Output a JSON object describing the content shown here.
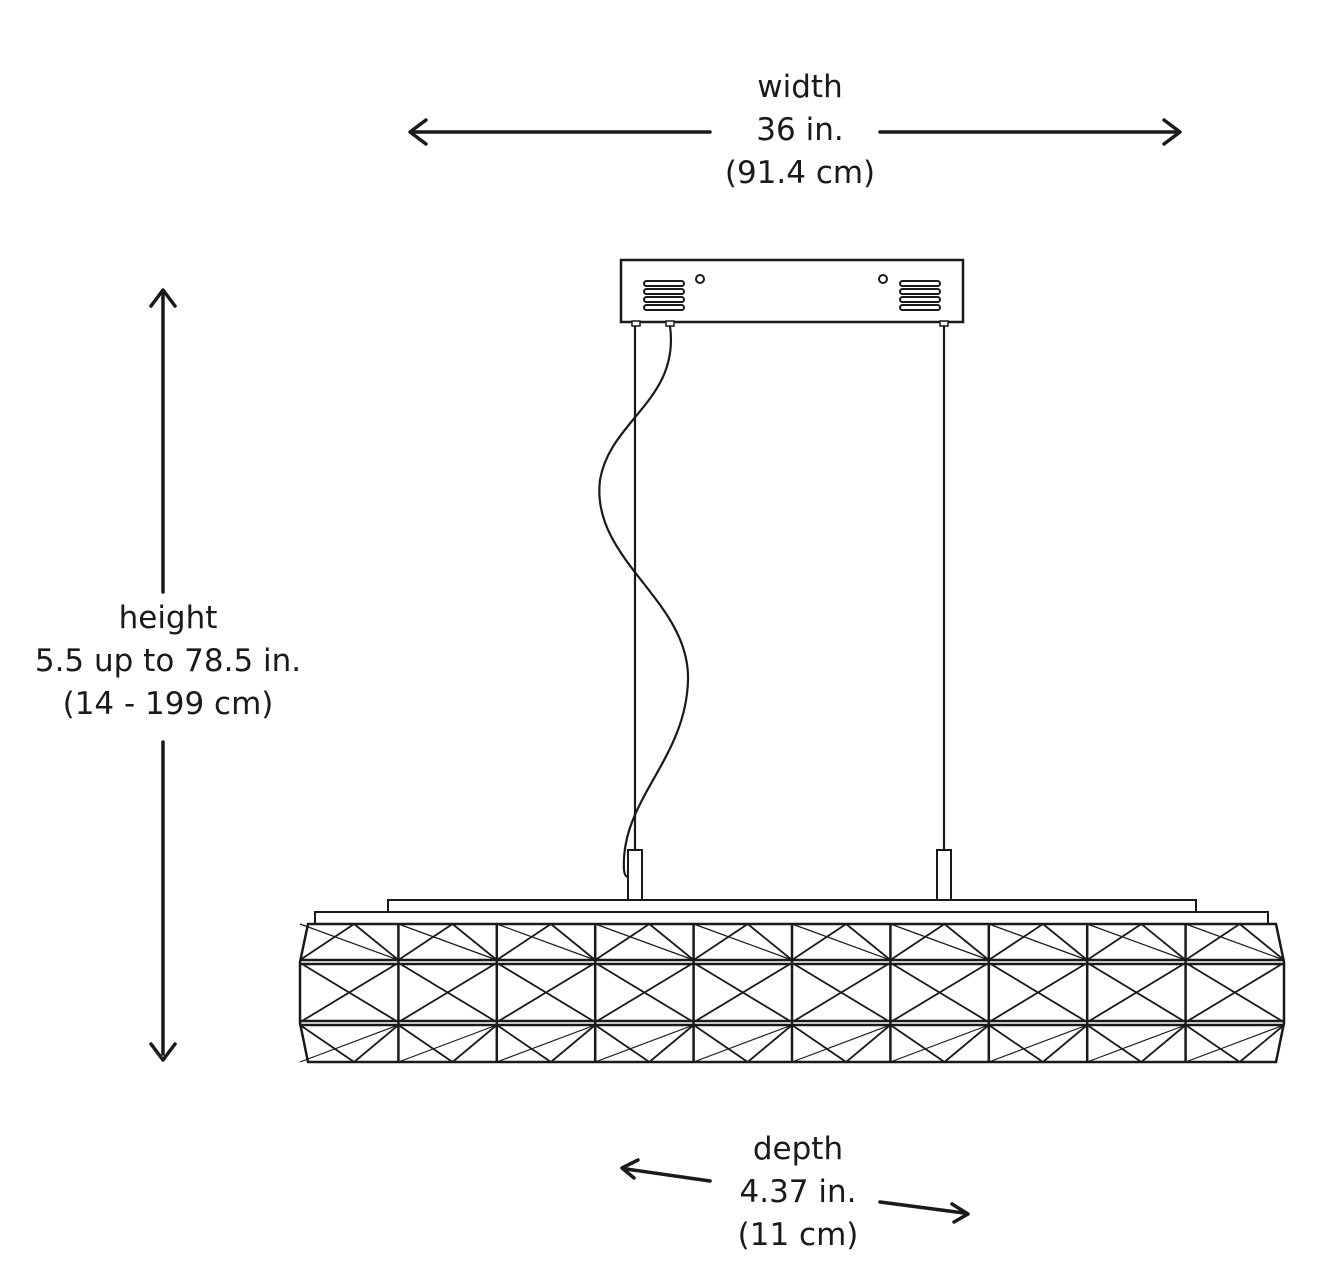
{
  "dimensions": {
    "width": {
      "name": "width",
      "imperial": "36 in.",
      "metric": "(91.4 cm)"
    },
    "height": {
      "name": "height",
      "imperial": "5.5 up to 78.5 in.",
      "metric": "(14 - 199 cm)"
    },
    "depth": {
      "name": "depth",
      "imperial": "4.37 in.",
      "metric": "(11 cm)"
    }
  },
  "colors": {
    "line": "#1a1a1a",
    "background": "#ffffff"
  },
  "product": {
    "type": "linear-pendant-light",
    "shade_panels": 10,
    "shade_rows": 3
  }
}
